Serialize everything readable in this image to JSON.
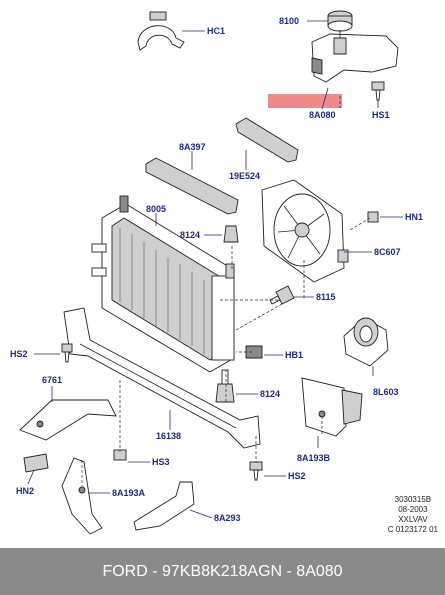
{
  "labels": {
    "hc1": "HC1",
    "p8100": "8100",
    "p8a080": "8A080",
    "hs1": "HS1",
    "p8a397": "8A397",
    "p19e524": "19E524",
    "p8005": "8005",
    "p8124_top": "8124",
    "hn1": "HN1",
    "p8c607": "8C607",
    "p8115": "8115",
    "hs2_left": "HS2",
    "hb1": "HB1",
    "p8l603": "8L603",
    "p6761": "6761",
    "p8124_bottom": "8124",
    "p16138": "16138",
    "hs3": "HS3",
    "p8a193b": "8A193B",
    "hs2_right": "HS2",
    "hn2": "HN2",
    "p8a193a": "8A193A",
    "p8a293": "8A293"
  },
  "meta": {
    "line1": "3030315B",
    "line2": "08-2003",
    "line3": "XXLVAV",
    "line4": "C 0123172 01"
  },
  "highlight_color": "#f08a8a",
  "footer": {
    "left": "FORD - 97KB8K218AG",
    "right": "N - 8A080"
  }
}
